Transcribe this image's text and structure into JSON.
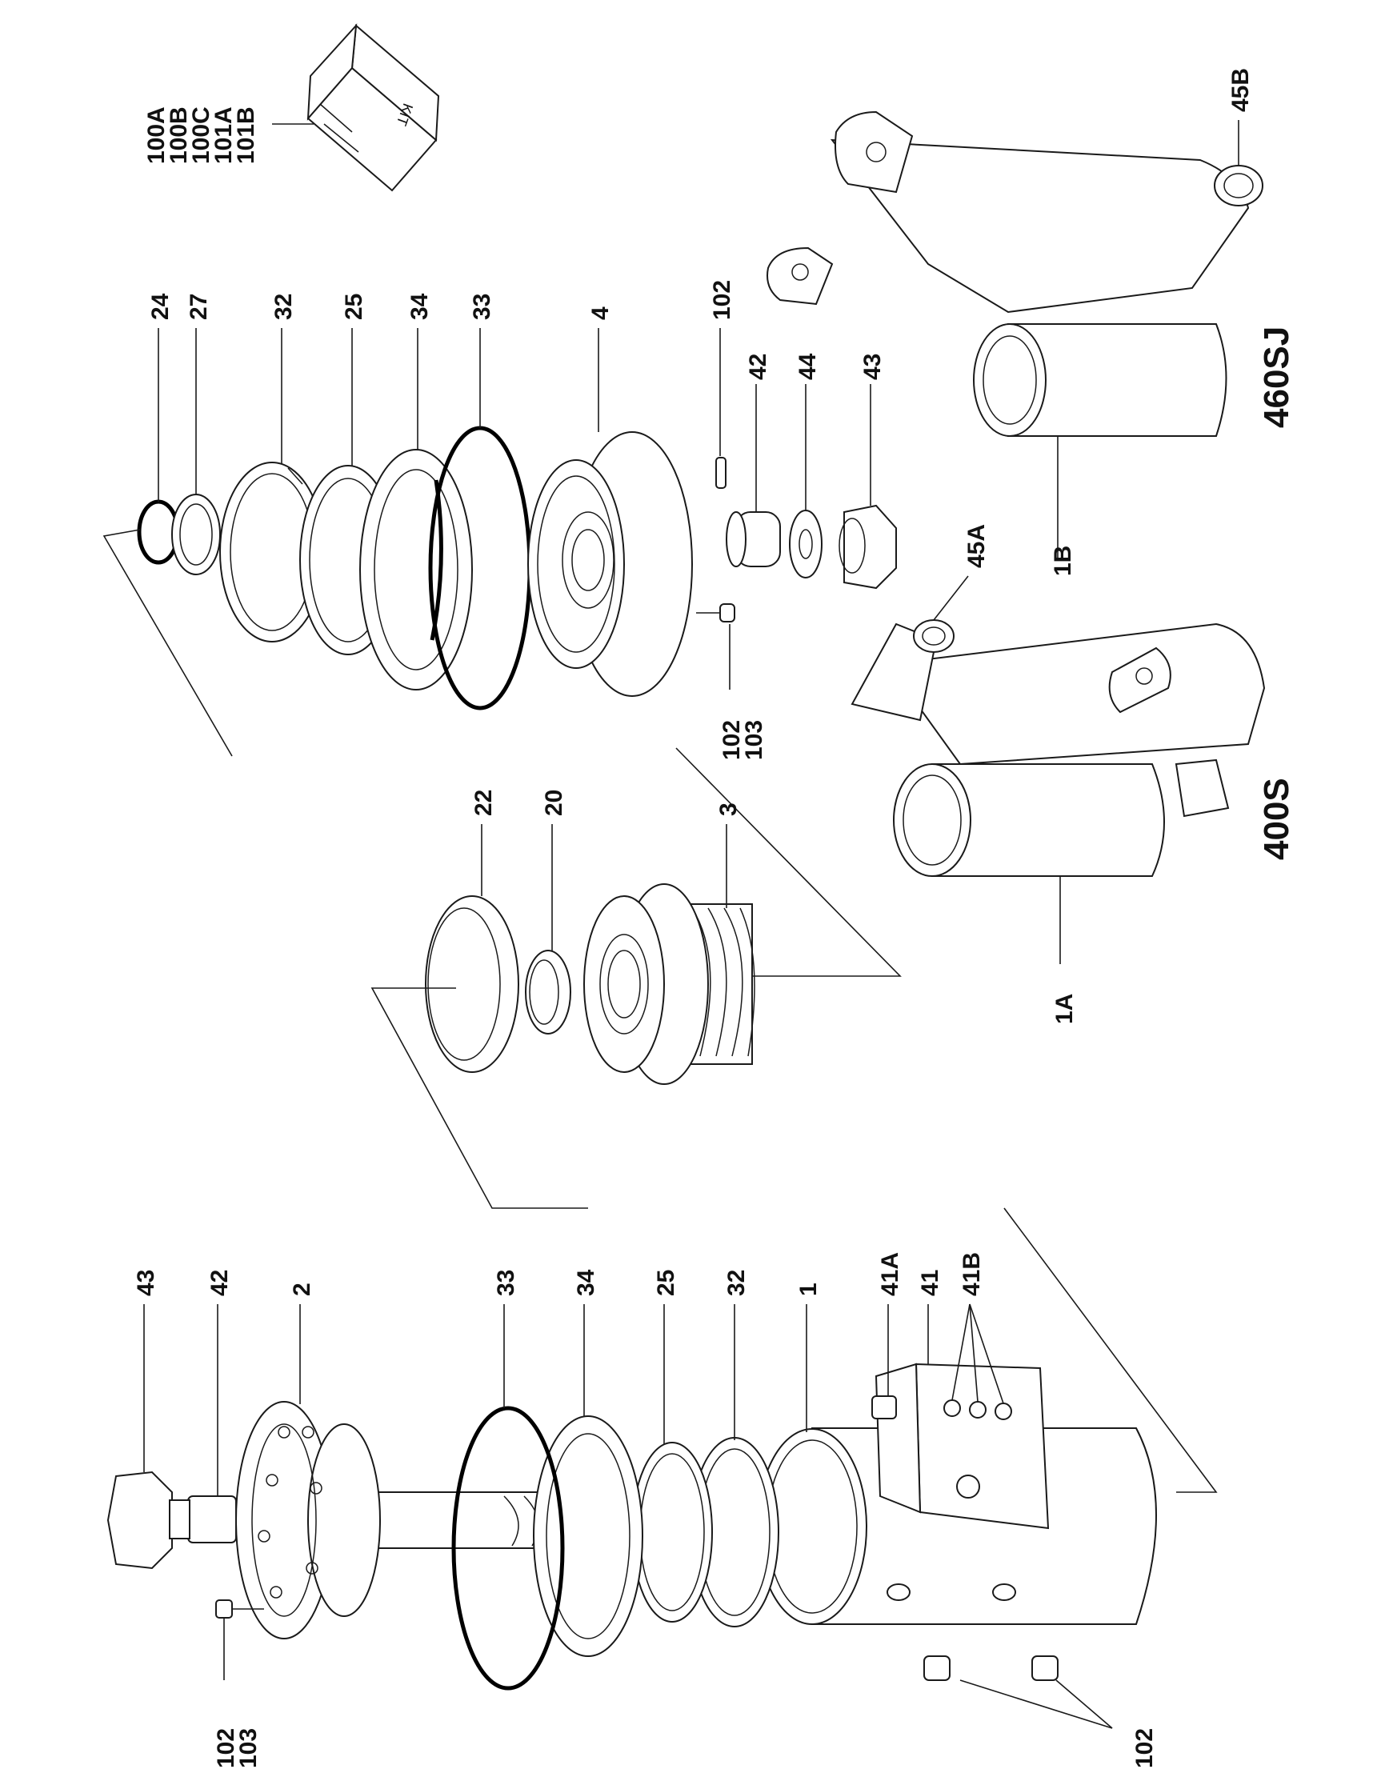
{
  "models": {
    "left": "400S",
    "right": "460SJ"
  },
  "kit_text": "KIT",
  "labels": {
    "kit": [
      "100A",
      "100B",
      "100C",
      "101A",
      "101B"
    ],
    "upper_row": [
      "24",
      "27",
      "32",
      "25",
      "34",
      "33",
      "4"
    ],
    "upper_misc": [
      "102",
      "42",
      "44",
      "43"
    ],
    "upper_screw": [
      "102",
      "103"
    ],
    "middle_row": [
      "22",
      "20",
      "3"
    ],
    "bracket_1a": "1A",
    "bracket_1b": "1B",
    "bushing_a": "45A",
    "bushing_b": "45B",
    "lower_row": [
      "43",
      "42",
      "2",
      "33",
      "34",
      "25",
      "32",
      "1"
    ],
    "manifold": [
      "41A",
      "41",
      "41B"
    ],
    "lower_screw": [
      "102",
      "103"
    ],
    "lower_plugs": "102"
  }
}
